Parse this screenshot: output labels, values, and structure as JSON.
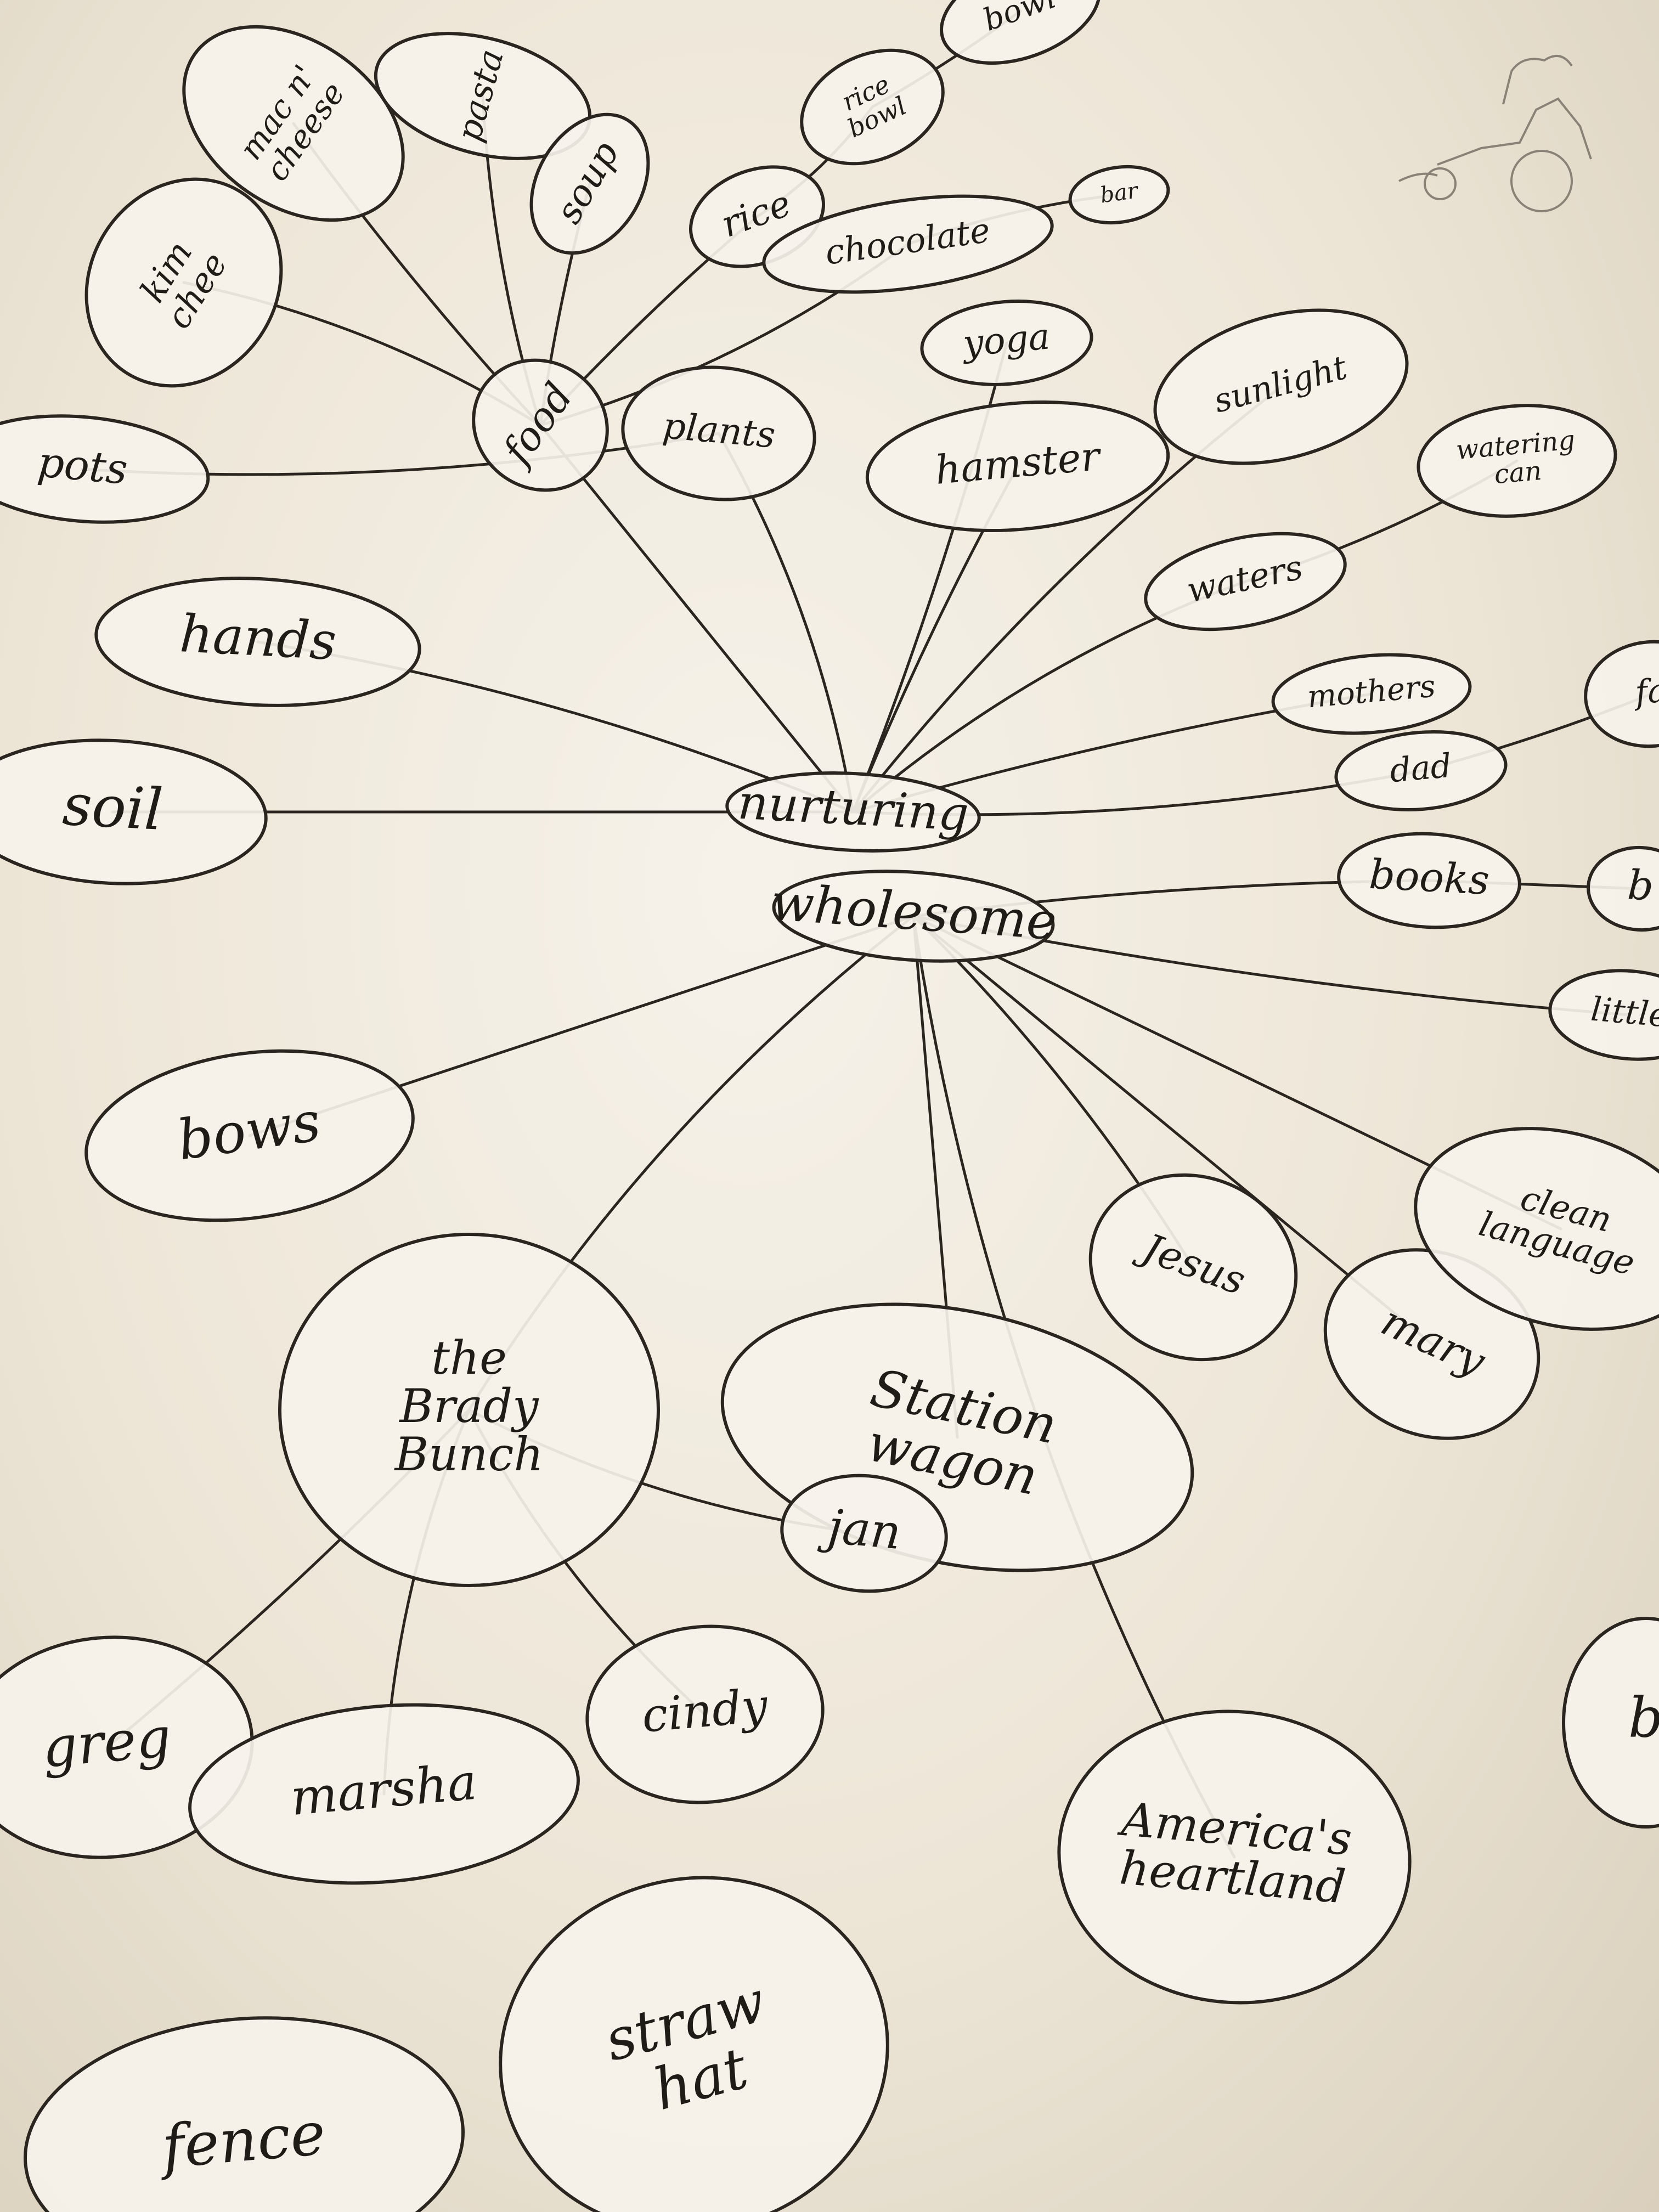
{
  "mindmap": {
    "center": [
      "nurturing",
      "wholesome"
    ],
    "nodes": [
      {
        "id": "nurturing",
        "lines": [
          "nurturing"
        ]
      },
      {
        "id": "wholesome",
        "lines": [
          "wholesome"
        ]
      },
      {
        "id": "food",
        "lines": [
          "food"
        ]
      },
      {
        "id": "kimchee",
        "lines": [
          "kim",
          "chee"
        ]
      },
      {
        "id": "macncheese",
        "lines": [
          "mac n'",
          "cheese"
        ]
      },
      {
        "id": "pasta",
        "lines": [
          "pasta"
        ]
      },
      {
        "id": "soup",
        "lines": [
          "soup"
        ]
      },
      {
        "id": "rice",
        "lines": [
          "rice"
        ]
      },
      {
        "id": "ricebowl",
        "lines": [
          "rice",
          "bowl"
        ]
      },
      {
        "id": "bowl",
        "lines": [
          "bowl"
        ]
      },
      {
        "id": "chocolate",
        "lines": [
          "chocolate"
        ]
      },
      {
        "id": "bar",
        "lines": [
          "bar"
        ]
      },
      {
        "id": "plants",
        "lines": [
          "plants"
        ]
      },
      {
        "id": "pots",
        "lines": [
          "pots"
        ]
      },
      {
        "id": "yoga",
        "lines": [
          "yoga"
        ]
      },
      {
        "id": "hamster",
        "lines": [
          "hamster"
        ]
      },
      {
        "id": "sunlight",
        "lines": [
          "sunlight"
        ]
      },
      {
        "id": "wateringcan",
        "lines": [
          "watering",
          "can"
        ]
      },
      {
        "id": "waters",
        "lines": [
          "waters"
        ]
      },
      {
        "id": "mothers",
        "lines": [
          "mothers"
        ]
      },
      {
        "id": "dad",
        "lines": [
          "dad"
        ]
      },
      {
        "id": "fa",
        "lines": [
          "fa"
        ]
      },
      {
        "id": "hands",
        "lines": [
          "hands"
        ]
      },
      {
        "id": "soil",
        "lines": [
          "soil"
        ]
      },
      {
        "id": "books",
        "lines": [
          "books"
        ]
      },
      {
        "id": "b",
        "lines": [
          "b"
        ]
      },
      {
        "id": "little",
        "lines": [
          "little"
        ]
      },
      {
        "id": "bows",
        "lines": [
          "bows"
        ]
      },
      {
        "id": "bradybunch",
        "lines": [
          "the",
          "Brady",
          "Bunch"
        ]
      },
      {
        "id": "stationwagon",
        "lines": [
          "Station",
          "wagon"
        ]
      },
      {
        "id": "jan",
        "lines": [
          "jan"
        ]
      },
      {
        "id": "jesus",
        "lines": [
          "Jesus"
        ]
      },
      {
        "id": "mary",
        "lines": [
          "mary"
        ]
      },
      {
        "id": "cleanlanguage",
        "lines": [
          "clean",
          "language"
        ]
      },
      {
        "id": "greg",
        "lines": [
          "greg"
        ]
      },
      {
        "id": "marsha",
        "lines": [
          "marsha"
        ]
      },
      {
        "id": "cindy",
        "lines": [
          "cindy"
        ]
      },
      {
        "id": "americasheartland",
        "lines": [
          "America's",
          "heartland"
        ]
      },
      {
        "id": "strawhat",
        "lines": [
          "straw",
          "hat"
        ]
      },
      {
        "id": "fence",
        "lines": [
          "fence"
        ]
      },
      {
        "id": "b2",
        "lines": [
          "b"
        ]
      }
    ],
    "links": [
      [
        "nurturing",
        "food"
      ],
      [
        "nurturing",
        "plants"
      ],
      [
        "nurturing",
        "hands"
      ],
      [
        "nurturing",
        "soil"
      ],
      [
        "nurturing",
        "yoga"
      ],
      [
        "nurturing",
        "hamster"
      ],
      [
        "nurturing",
        "sunlight"
      ],
      [
        "nurturing",
        "waters"
      ],
      [
        "nurturing",
        "mothers"
      ],
      [
        "nurturing",
        "dad"
      ],
      [
        "wholesome",
        "books"
      ],
      [
        "wholesome",
        "little"
      ],
      [
        "wholesome",
        "bows"
      ],
      [
        "wholesome",
        "bradybunch"
      ],
      [
        "wholesome",
        "stationwagon"
      ],
      [
        "wholesome",
        "jesus"
      ],
      [
        "wholesome",
        "mary"
      ],
      [
        "wholesome",
        "cleanlanguage"
      ],
      [
        "wholesome",
        "americasheartland"
      ],
      [
        "food",
        "kimchee"
      ],
      [
        "food",
        "macncheese"
      ],
      [
        "food",
        "pasta"
      ],
      [
        "food",
        "soup"
      ],
      [
        "food",
        "rice"
      ],
      [
        "food",
        "chocolate"
      ],
      [
        "rice",
        "ricebowl"
      ],
      [
        "ricebowl",
        "bowl"
      ],
      [
        "chocolate",
        "bar"
      ],
      [
        "plants",
        "pots"
      ],
      [
        "waters",
        "wateringcan"
      ],
      [
        "dad",
        "fa"
      ],
      [
        "books",
        "b"
      ],
      [
        "bradybunch",
        "jan"
      ],
      [
        "bradybunch",
        "greg"
      ],
      [
        "bradybunch",
        "marsha"
      ],
      [
        "bradybunch",
        "cindy"
      ]
    ]
  }
}
